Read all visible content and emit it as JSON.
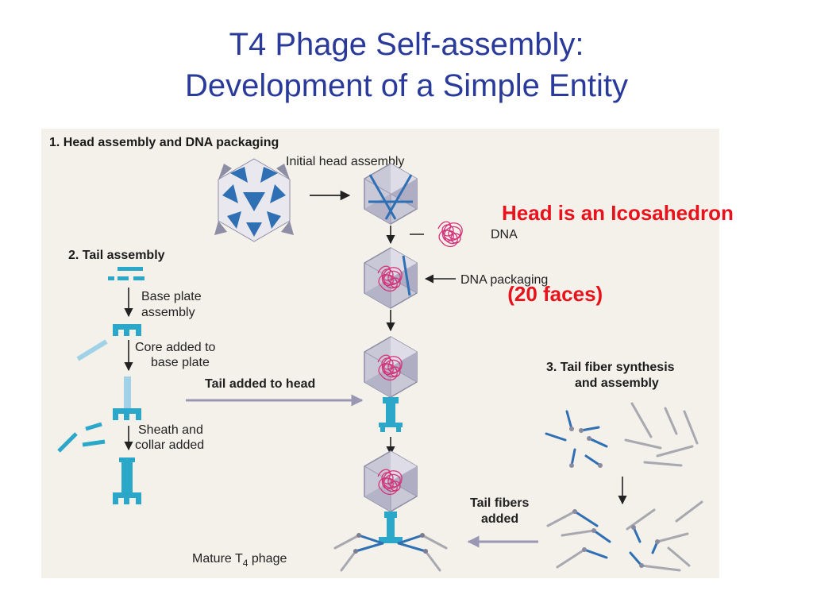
{
  "title": {
    "line1": "T4 Phage Self-assembly:",
    "line2": "Development of a Simple Entity"
  },
  "annotation": {
    "line1": "Head is an Icosahedron",
    "line2": " (20 faces)"
  },
  "figure": {
    "section1": "1.  Head assembly and DNA packaging",
    "initial_head": "Initial head assembly",
    "dna": "DNA",
    "dna_packaging": "DNA packaging",
    "section2": "2.  Tail assembly",
    "base_plate_1": "Base plate",
    "base_plate_2": "assembly",
    "core_1": "Core added to",
    "core_2": "base plate",
    "tail_to_head": "Tail added to head",
    "sheath_1": "Sheath and",
    "sheath_2": "collar added",
    "section3_1": "3.  Tail fiber synthesis",
    "section3_2": "and assembly",
    "fibers_1": "Tail fibers",
    "fibers_2": "added",
    "mature_prefix": "Mature T",
    "mature_sub": "4",
    "mature_suffix": " phage"
  },
  "colors": {
    "title": "#2a3a9a",
    "annotation": "#e8121c",
    "panel": "#f3f1ea",
    "head_blue": "#2f6fb3",
    "tail_cyan": "#2aa7c9",
    "dna_pink": "#d6337a",
    "fiber_gray": "#a8a8b0"
  }
}
